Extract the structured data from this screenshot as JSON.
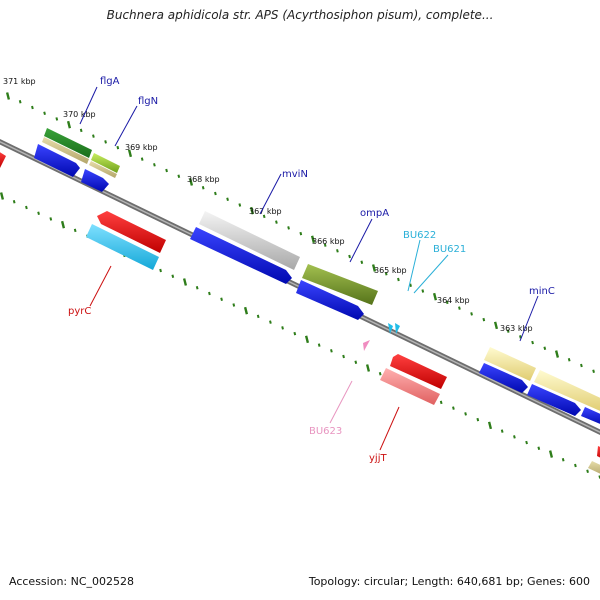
{
  "title": "Buchnera aphidicola str. APS (Acyrthosiphon pisum), complete...",
  "footer": {
    "accession": "Accession: NC_002528",
    "stats": "Topology: circular; Length: 640,681 bp; Genes: 600"
  },
  "ticks": [
    {
      "label": "371 kbp",
      "kbp": 371
    },
    {
      "label": "370 kbp",
      "kbp": 370
    },
    {
      "label": "369 kbp",
      "kbp": 369
    },
    {
      "label": "368 kbp",
      "kbp": 368
    },
    {
      "label": "367 kbp",
      "kbp": 367
    },
    {
      "label": "366 kbp",
      "kbp": 366
    },
    {
      "label": "365 kbp",
      "kbp": 365
    },
    {
      "label": "364 kbp",
      "kbp": 364
    },
    {
      "label": "363 kbp",
      "kbp": 363
    }
  ],
  "gene_labels": [
    {
      "text": "flgA",
      "color": "#1a1aa6"
    },
    {
      "text": "flgN",
      "color": "#1a1aa6"
    },
    {
      "text": "mviN",
      "color": "#1a1aa6"
    },
    {
      "text": "ompA",
      "color": "#1a1aa6"
    },
    {
      "text": "BU622",
      "color": "#2bb0d8"
    },
    {
      "text": "BU621",
      "color": "#2bb0d8"
    },
    {
      "text": "minC",
      "color": "#1a1aa6"
    },
    {
      "text": "pyrC",
      "color": "#cc1111"
    },
    {
      "text": "BU623",
      "color": "#e895c0"
    },
    {
      "text": "yjjT",
      "color": "#cc1111"
    }
  ],
  "colors": {
    "backbone": "#7a7a7a",
    "tick": "#2e7d1a",
    "cds": "#0a14e0",
    "red": "#ee1111",
    "cyan": "#22bde8",
    "pink": "#f08080",
    "olive": "#6b8e23",
    "khaki": "#eedd88",
    "gray": "#cfcfcf",
    "light_green": "#9acd32"
  }
}
